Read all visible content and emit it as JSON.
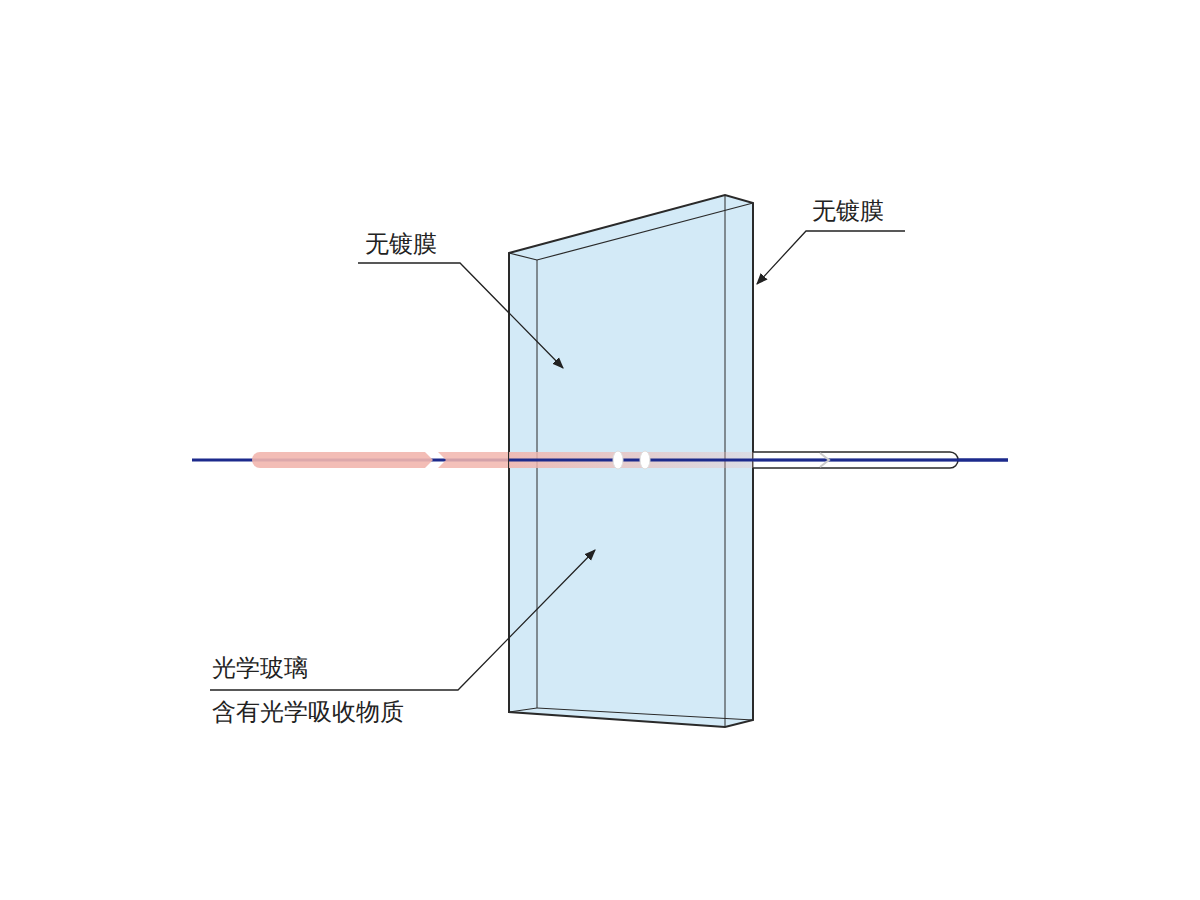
{
  "diagram": {
    "labels": [
      "无镀膜",
      "无镀膜",
      "光学玻璃",
      "含有光学吸收物质"
    ]
  }
}
